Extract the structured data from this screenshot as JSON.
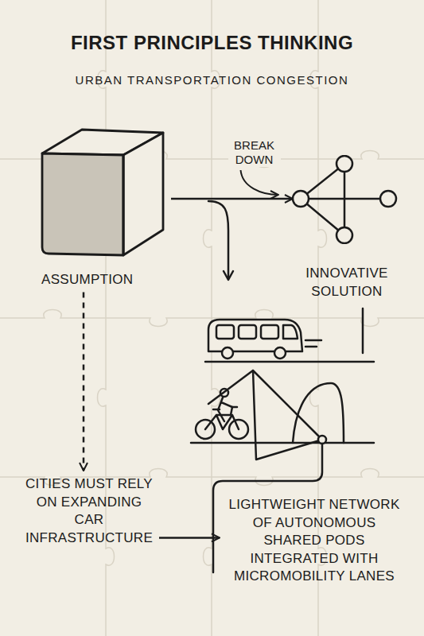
{
  "diagram": {
    "title": "FIRST PRINCIPLES THINKING",
    "nodes": [
      {
        "text": [
          "ASSUMPTION"
        ]
      },
      {
        "text": [
          "INNOVATIVE SOLUTION"
        ]
      },
      {
        "text": [
          "CITIES MUST RELY ON EXPANDING CAR INFRASTRUCTURE"
        ]
      },
      {
        "text": [
          "LIGHTWEIGHT NETWORK OF AUTONOMOUS SHARED PODS INTEGRATED WITH MICROMOBILITY LANES"
        ]
      }
    ],
    "edges": [
      {
        "from": 0,
        "to": 1,
        "arrow": "to",
        "label": "BREAK DOWN"
      },
      {
        "from": 0,
        "to": 2,
        "arrow": "to"
      },
      {
        "from": 2,
        "to": 3,
        "arrow": "to"
      }
    ],
    "labels": [
      "URBAN TRANSPORTATION CONGESTION"
    ]
  }
}
